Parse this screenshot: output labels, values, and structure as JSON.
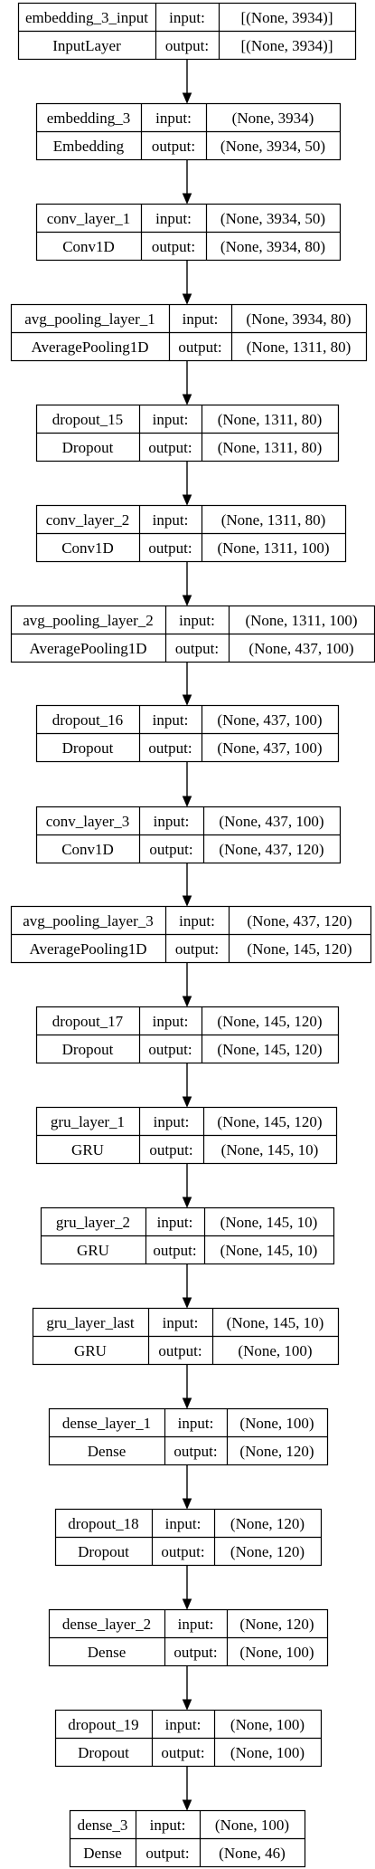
{
  "diagram": {
    "input_label": "input:",
    "output_label": "output:",
    "nodes": [
      {
        "name": "embedding_3_input",
        "type": "InputLayer",
        "input": "[(None, 3934)]",
        "output": "[(None, 3934)]"
      },
      {
        "name": "embedding_3",
        "type": "Embedding",
        "input": "(None, 3934)",
        "output": "(None, 3934, 50)"
      },
      {
        "name": "conv_layer_1",
        "type": "Conv1D",
        "input": "(None, 3934, 50)",
        "output": "(None, 3934, 80)"
      },
      {
        "name": "avg_pooling_layer_1",
        "type": "AveragePooling1D",
        "input": "(None, 3934, 80)",
        "output": "(None, 1311, 80)"
      },
      {
        "name": "dropout_15",
        "type": "Dropout",
        "input": "(None, 1311, 80)",
        "output": "(None, 1311, 80)"
      },
      {
        "name": "conv_layer_2",
        "type": "Conv1D",
        "input": "(None, 1311, 80)",
        "output": "(None, 1311, 100)"
      },
      {
        "name": "avg_pooling_layer_2",
        "type": "AveragePooling1D",
        "input": "(None, 1311, 100)",
        "output": "(None, 437, 100)"
      },
      {
        "name": "dropout_16",
        "type": "Dropout",
        "input": "(None, 437, 100)",
        "output": "(None, 437, 100)"
      },
      {
        "name": "conv_layer_3",
        "type": "Conv1D",
        "input": "(None, 437, 100)",
        "output": "(None, 437, 120)"
      },
      {
        "name": "avg_pooling_layer_3",
        "type": "AveragePooling1D",
        "input": "(None, 437, 120)",
        "output": "(None, 145, 120)"
      },
      {
        "name": "dropout_17",
        "type": "Dropout",
        "input": "(None, 145, 120)",
        "output": "(None, 145, 120)"
      },
      {
        "name": "gru_layer_1",
        "type": "GRU",
        "input": "(None, 145, 120)",
        "output": "(None, 145, 10)"
      },
      {
        "name": "gru_layer_2",
        "type": "GRU",
        "input": "(None, 145, 10)",
        "output": "(None, 145, 10)"
      },
      {
        "name": "gru_layer_last",
        "type": "GRU",
        "input": "(None, 145, 10)",
        "output": "(None, 100)"
      },
      {
        "name": "dense_layer_1",
        "type": "Dense",
        "input": "(None, 100)",
        "output": "(None, 120)"
      },
      {
        "name": "dropout_18",
        "type": "Dropout",
        "input": "(None, 120)",
        "output": "(None, 120)"
      },
      {
        "name": "dense_layer_2",
        "type": "Dense",
        "input": "(None, 120)",
        "output": "(None, 100)"
      },
      {
        "name": "dropout_19",
        "type": "Dropout",
        "input": "(None, 100)",
        "output": "(None, 100)"
      },
      {
        "name": "dense_3",
        "type": "Dense",
        "input": "(None, 100)",
        "output": "(None, 46)"
      }
    ]
  }
}
